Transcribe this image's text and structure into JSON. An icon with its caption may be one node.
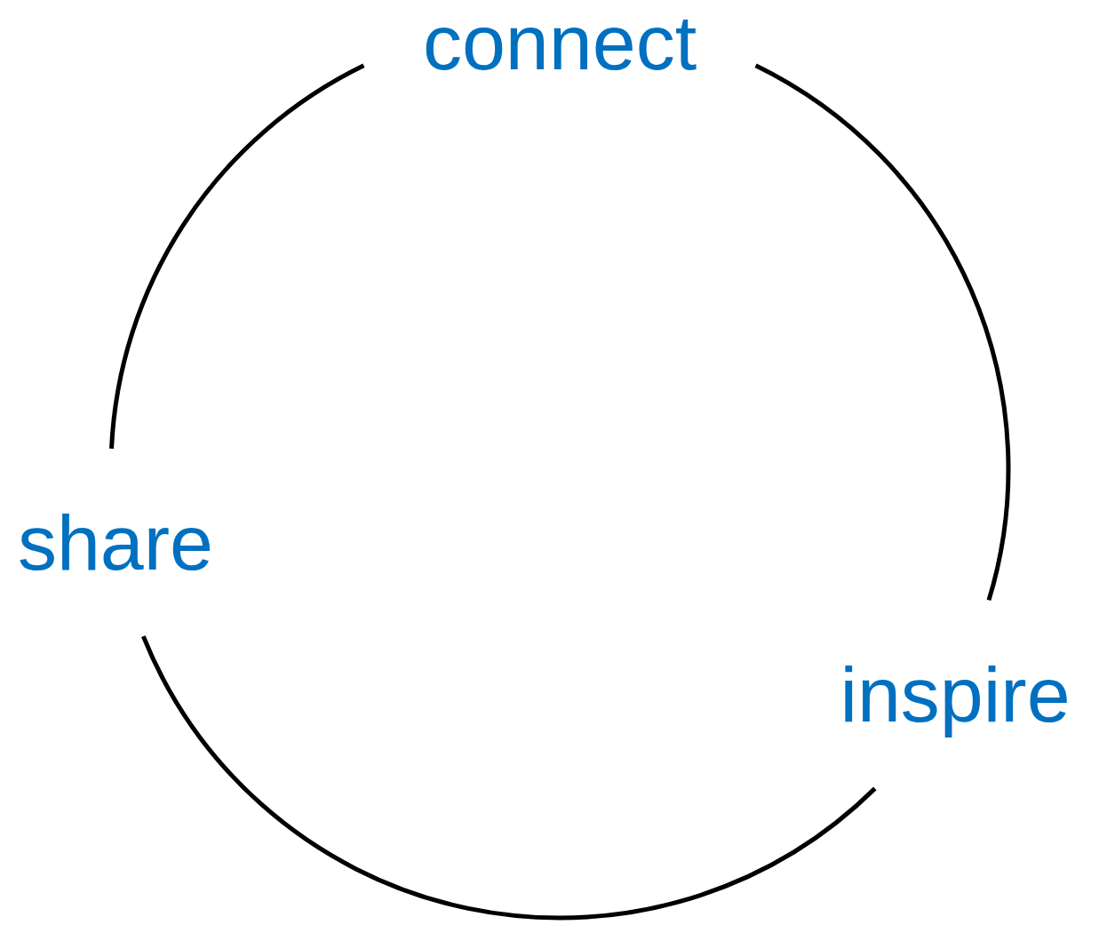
{
  "diagram": {
    "nodes": [
      {
        "text": [
          "connect"
        ]
      },
      {
        "text": [
          "inspire"
        ]
      },
      {
        "text": [
          "share"
        ]
      }
    ],
    "edges": [
      {
        "from": 0,
        "to": 1,
        "arrow": "none"
      },
      {
        "from": 1,
        "to": 2,
        "arrow": "none"
      },
      {
        "from": 2,
        "to": 0,
        "arrow": "none"
      }
    ]
  }
}
